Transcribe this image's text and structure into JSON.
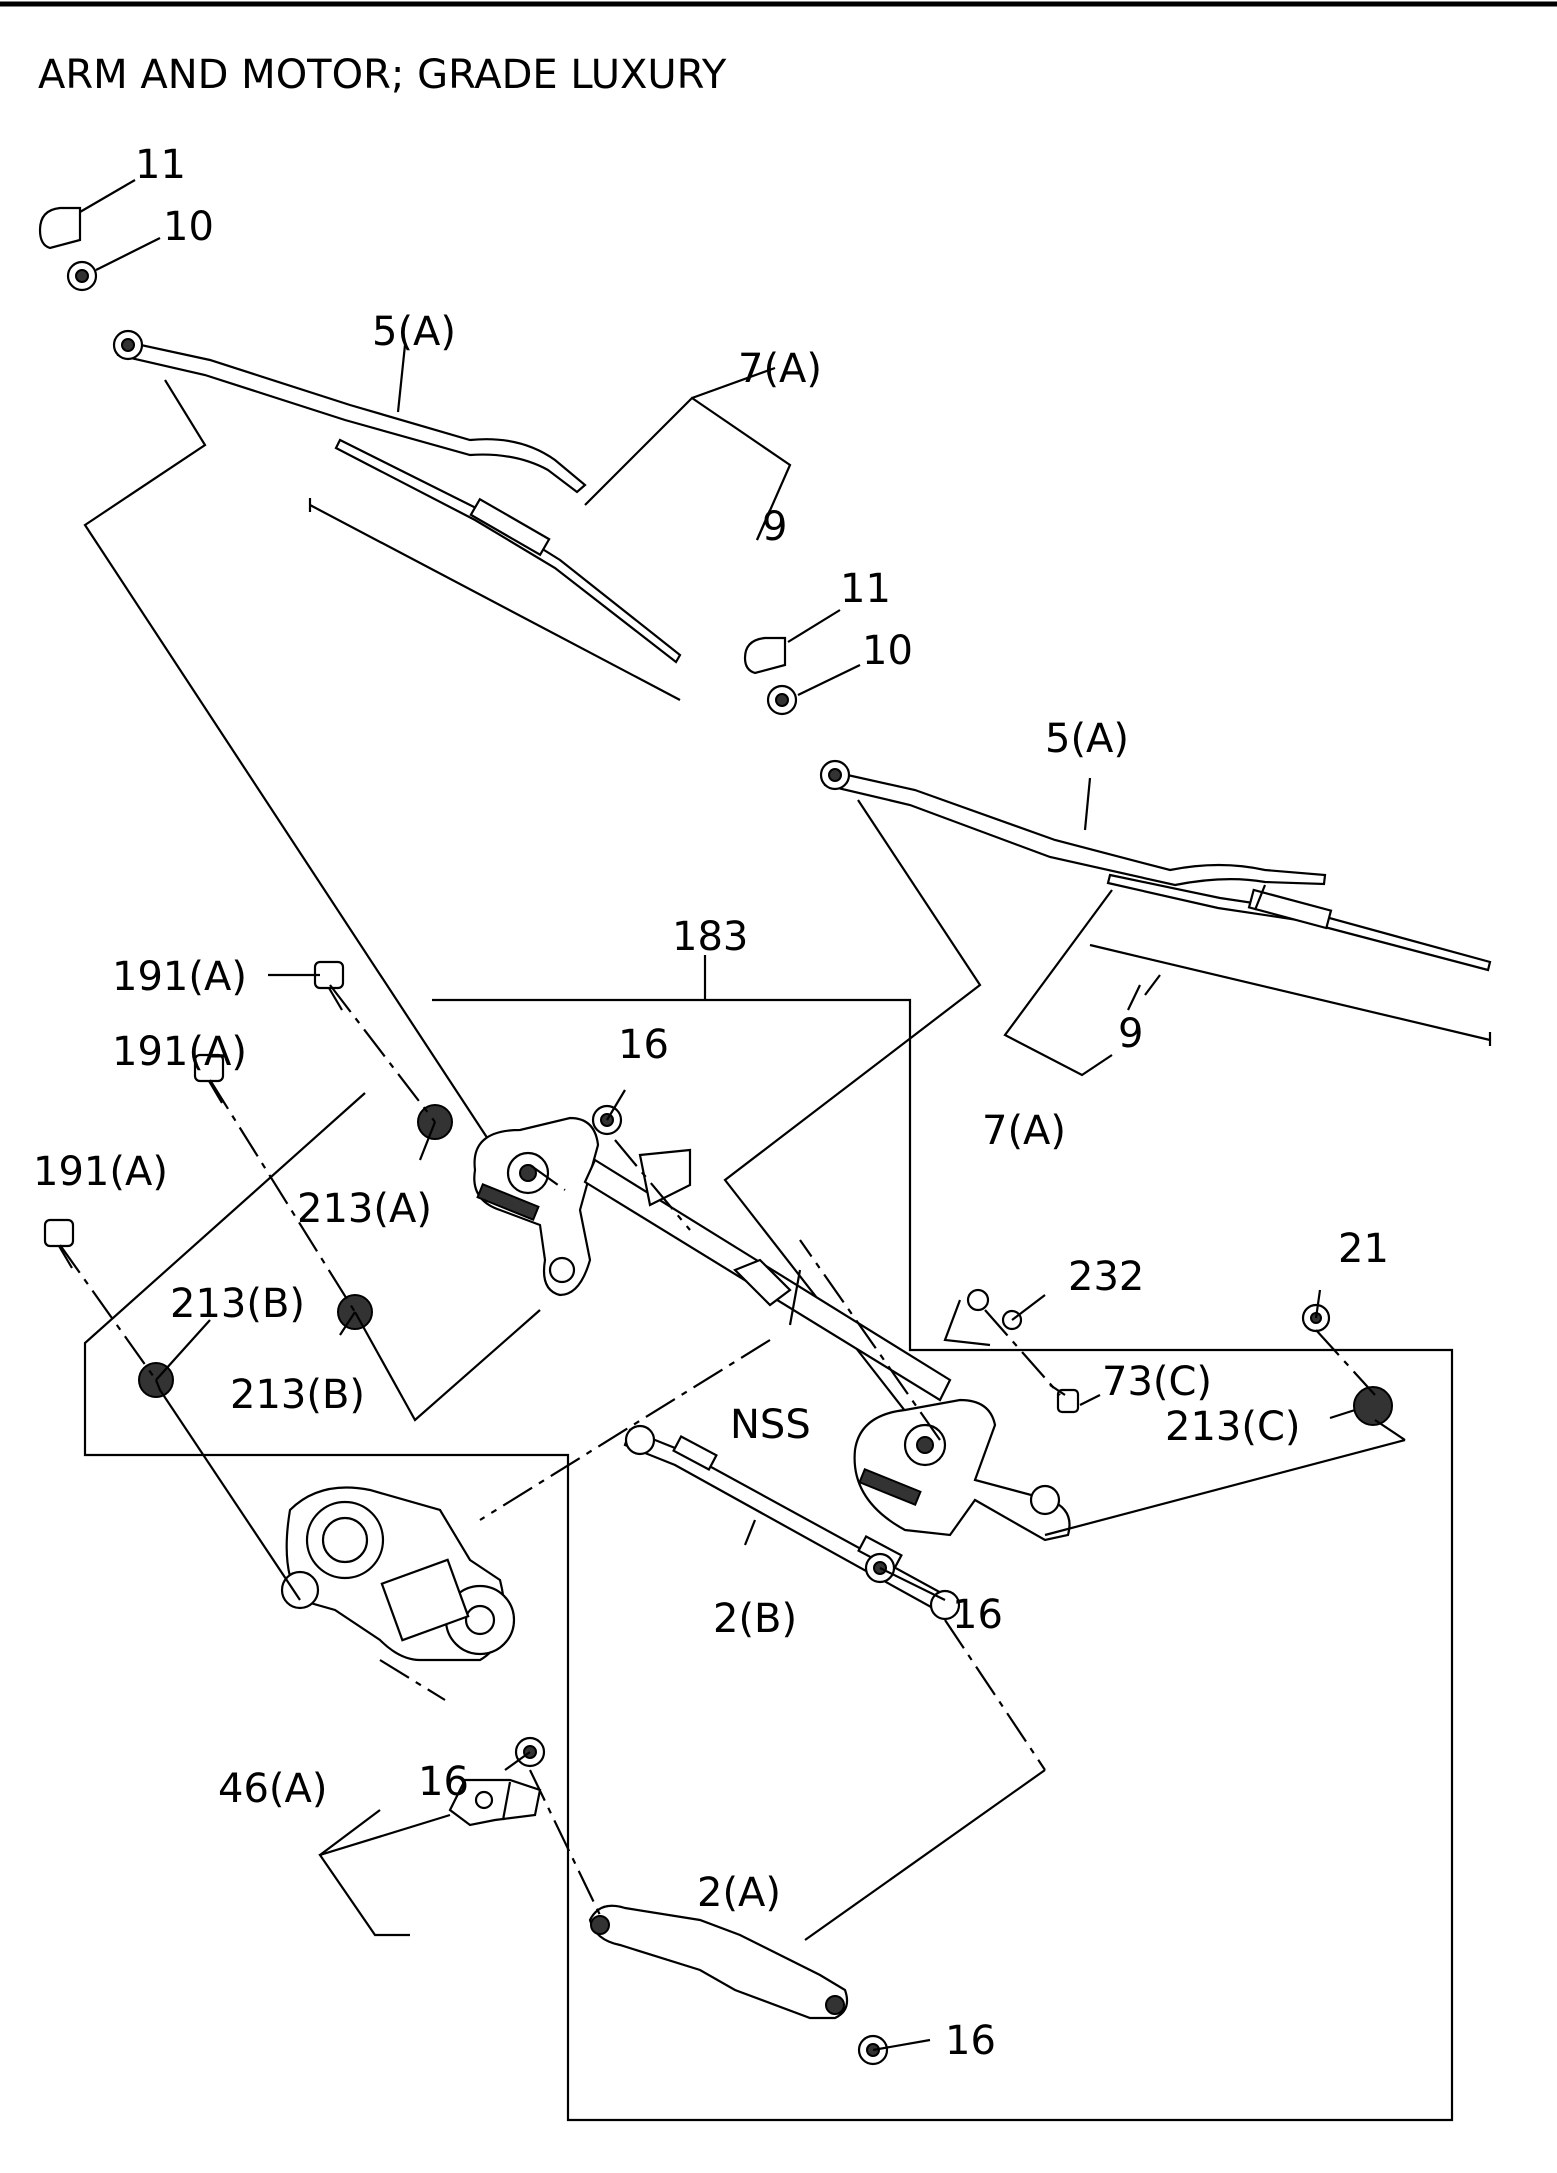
{
  "title": "ARM AND MOTOR; GRADE LUXURY",
  "callouts": {
    "c11a": "11",
    "c10a": "10",
    "c5a1": "5(A)",
    "c7a1": "7(A)",
    "c9a": "9",
    "c11b": "11",
    "c10b": "10",
    "c5a2": "5(A)",
    "c9b": "9",
    "c7a2": "7(A)",
    "c183": "183",
    "c191a1": "191(A)",
    "c191a2": "191(A)",
    "c191a3": "191(A)",
    "c16a": "16",
    "c213a": "213(A)",
    "c213b1": "213(B)",
    "c213b2": "213(B)",
    "c232": "232",
    "c21": "21",
    "c73c": "73(C)",
    "c213c": "213(C)",
    "cnss": "NSS",
    "c2b": "2(B)",
    "c16b": "16",
    "c46a": "46(A)",
    "c16c": "16",
    "c2a": "2(A)",
    "c16d": "16"
  }
}
